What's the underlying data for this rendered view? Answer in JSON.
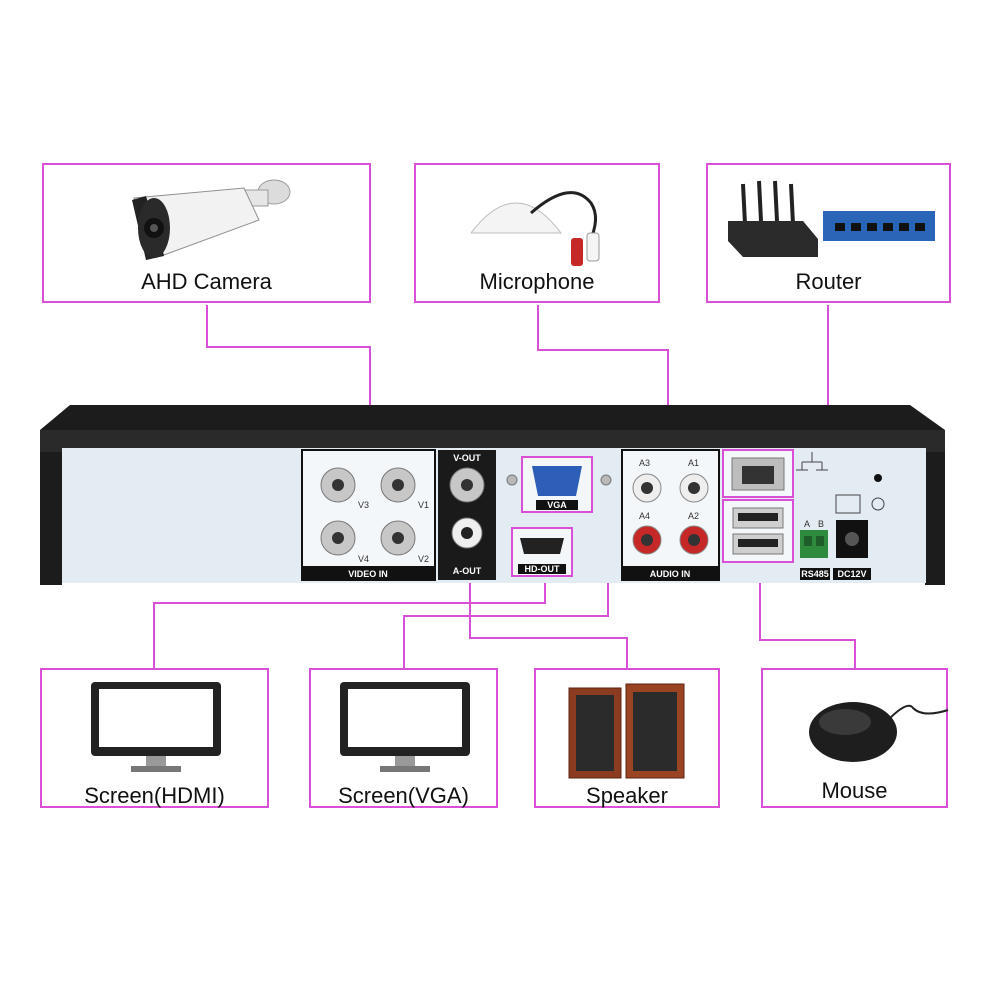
{
  "devices": {
    "top": [
      {
        "label": "AHD Camera",
        "icon": "camera-icon"
      },
      {
        "label": "Microphone",
        "icon": "microphone-icon"
      },
      {
        "label": "Router",
        "icon": "router-icon"
      }
    ],
    "bottom": [
      {
        "label": "Screen(HDMI)",
        "icon": "monitor-icon"
      },
      {
        "label": "Screen(VGA)",
        "icon": "monitor-icon"
      },
      {
        "label": "Speaker",
        "icon": "speaker-icon"
      },
      {
        "label": "Mouse",
        "icon": "mouse-icon"
      }
    ]
  },
  "dvr": {
    "video_in": {
      "label": "VIDEO IN",
      "ports": [
        "V3",
        "V1",
        "V4",
        "V2"
      ]
    },
    "v_out": "V-OUT",
    "a_out": "A-OUT",
    "vga": "VGA",
    "hd_out": "HD-OUT",
    "audio_in": {
      "label": "AUDIO IN",
      "ports": [
        "A3",
        "A1",
        "A4",
        "A2"
      ]
    },
    "rs485": "RS485",
    "rs485_pins": [
      "A",
      "B"
    ],
    "dc12v": "DC12V"
  },
  "colors": {
    "accent": "#d94fd6",
    "panel": "#e3ecf3",
    "chassis": "#1c1c1c"
  }
}
